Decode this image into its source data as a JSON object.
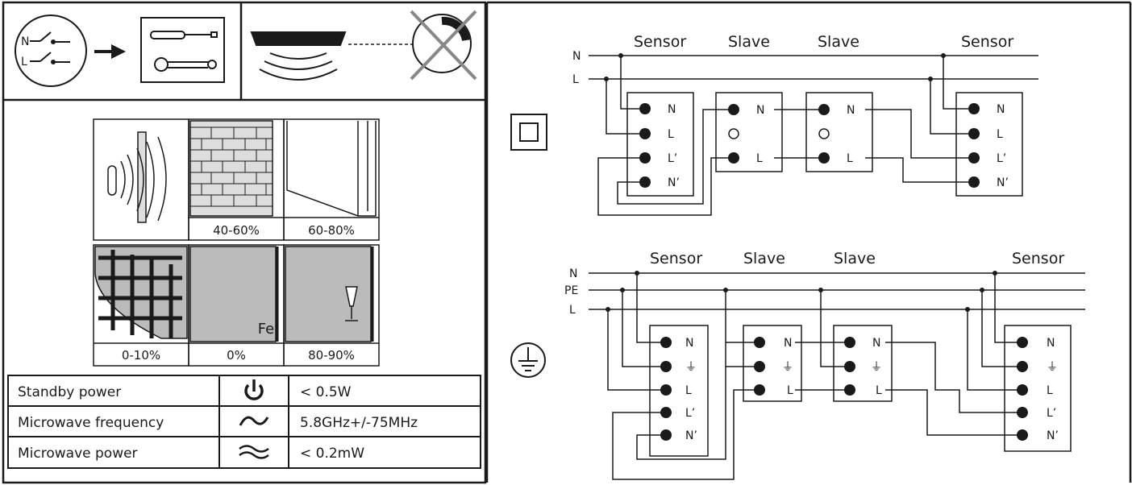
{
  "materials": {
    "labels": [
      "40-60%",
      "60-80%",
      "0-10%",
      "0%",
      "80-90%"
    ],
    "fe_label": "Fe"
  },
  "specs": {
    "rows": [
      {
        "label": "Standby power",
        "icon": "power-icon",
        "value": "< 0.5W"
      },
      {
        "label": "Microwave frequency",
        "icon": "sine-wave-icon",
        "value": "5.8GHz+/-75MHz"
      },
      {
        "label": "Microwave power",
        "icon": "double-wave-icon",
        "value": "< 0.2mW"
      }
    ]
  },
  "wiring_top": {
    "lines": [
      "N",
      "L"
    ],
    "headers": [
      "Sensor",
      "Slave",
      "Slave",
      "Sensor"
    ],
    "sensor_terminals": [
      "N",
      "L",
      "L’",
      "N’"
    ],
    "slave_terminals": [
      "N",
      "L"
    ]
  },
  "wiring_bottom": {
    "lines": [
      "N",
      "PE",
      "L"
    ],
    "headers": [
      "Sensor",
      "Slave",
      "Slave",
      "Sensor"
    ],
    "sensor_terminals": [
      "N",
      "⏚",
      "L",
      "L’",
      "N’"
    ],
    "slave_terminals": [
      "N",
      "⏚",
      "L"
    ]
  },
  "icons": {
    "top_left": [
      "switch-off-icon",
      "arrow-icon",
      "tools-icon",
      "sensor-detection-icon",
      "no-dimmer-icon"
    ],
    "class2_icon": "class-ii-double-insulation-icon",
    "earth_icon": "protective-earth-icon"
  }
}
